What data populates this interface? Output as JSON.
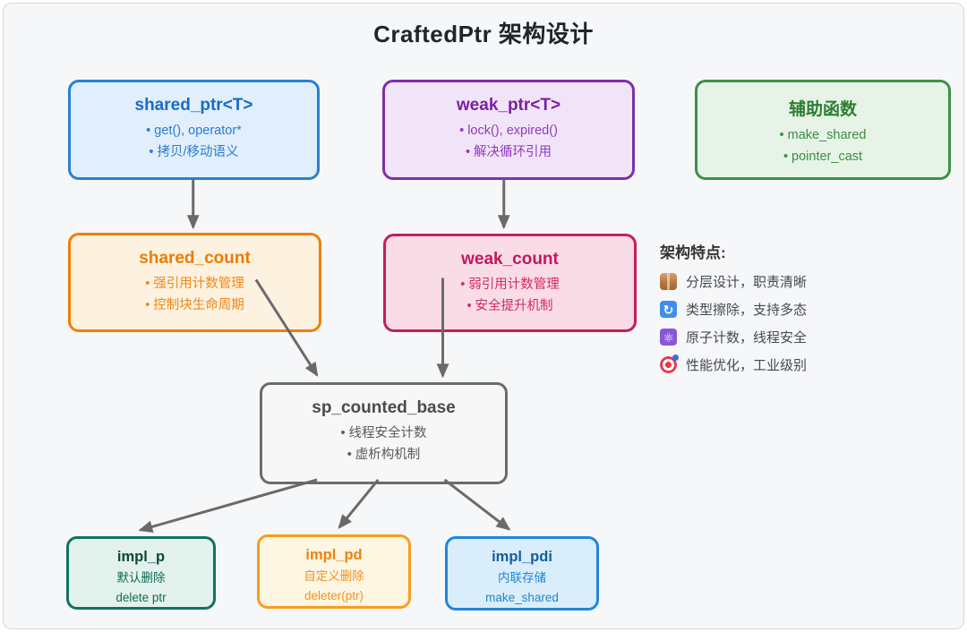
{
  "title": "CraftedPtr 架构设计",
  "arrow_color": "#6a6a6a",
  "nodes": [
    {
      "id": "shared_ptr",
      "title": "shared_ptr<T>",
      "items": [
        "get(), operator*",
        "拷贝/移动语义"
      ],
      "accent": "#2b7fd4"
    },
    {
      "id": "weak_ptr",
      "title": "weak_ptr<T>",
      "items": [
        "lock(), expired()",
        "解决循环引用"
      ],
      "accent": "#7e2fa8"
    },
    {
      "id": "helpers",
      "title": "辅助函数",
      "items": [
        "make_shared",
        "pointer_cast"
      ],
      "accent": "#3c9144"
    },
    {
      "id": "shared_count",
      "title": "shared_count",
      "items": [
        "强引用计数管理",
        "控制块生命周期"
      ],
      "accent": "#ef8000"
    },
    {
      "id": "weak_count",
      "title": "weak_count",
      "items": [
        "弱引用计数管理",
        "安全提升机制"
      ],
      "accent": "#c41f5e"
    },
    {
      "id": "sp_counted_base",
      "title": "sp_counted_base",
      "items": [
        "线程安全计数",
        "虚析构机制"
      ],
      "accent": "#6b6b6b"
    },
    {
      "id": "impl_p",
      "title": "impl_p",
      "items": [
        "默认删除",
        "delete ptr"
      ],
      "accent": "#0e7360"
    },
    {
      "id": "impl_pd",
      "title": "impl_pd",
      "items": [
        "自定义删除",
        "deleter(ptr)"
      ],
      "accent": "#f99d1c"
    },
    {
      "id": "impl_pdi",
      "title": "impl_pdi",
      "items": [
        "内联存储",
        "make_shared"
      ],
      "accent": "#2186d8"
    }
  ],
  "features": {
    "heading": "架构特点:",
    "items": [
      {
        "icon": "package-icon",
        "text": "分层设计，职责清晰"
      },
      {
        "icon": "sync-icon",
        "glyph": "↻",
        "text": "类型擦除，支持多态"
      },
      {
        "icon": "atom-icon",
        "glyph": "⚛",
        "text": "原子计数，线程安全"
      },
      {
        "icon": "target-icon",
        "text": "性能优化，工业级别"
      }
    ]
  },
  "connections": [
    {
      "from": "shared_ptr",
      "to": "shared_count"
    },
    {
      "from": "weak_ptr",
      "to": "weak_count"
    },
    {
      "from": "shared_count",
      "to": "sp_counted_base"
    },
    {
      "from": "weak_count",
      "to": "sp_counted_base"
    },
    {
      "from": "sp_counted_base",
      "to": "impl_p"
    },
    {
      "from": "sp_counted_base",
      "to": "impl_pd"
    },
    {
      "from": "sp_counted_base",
      "to": "impl_pdi"
    }
  ]
}
